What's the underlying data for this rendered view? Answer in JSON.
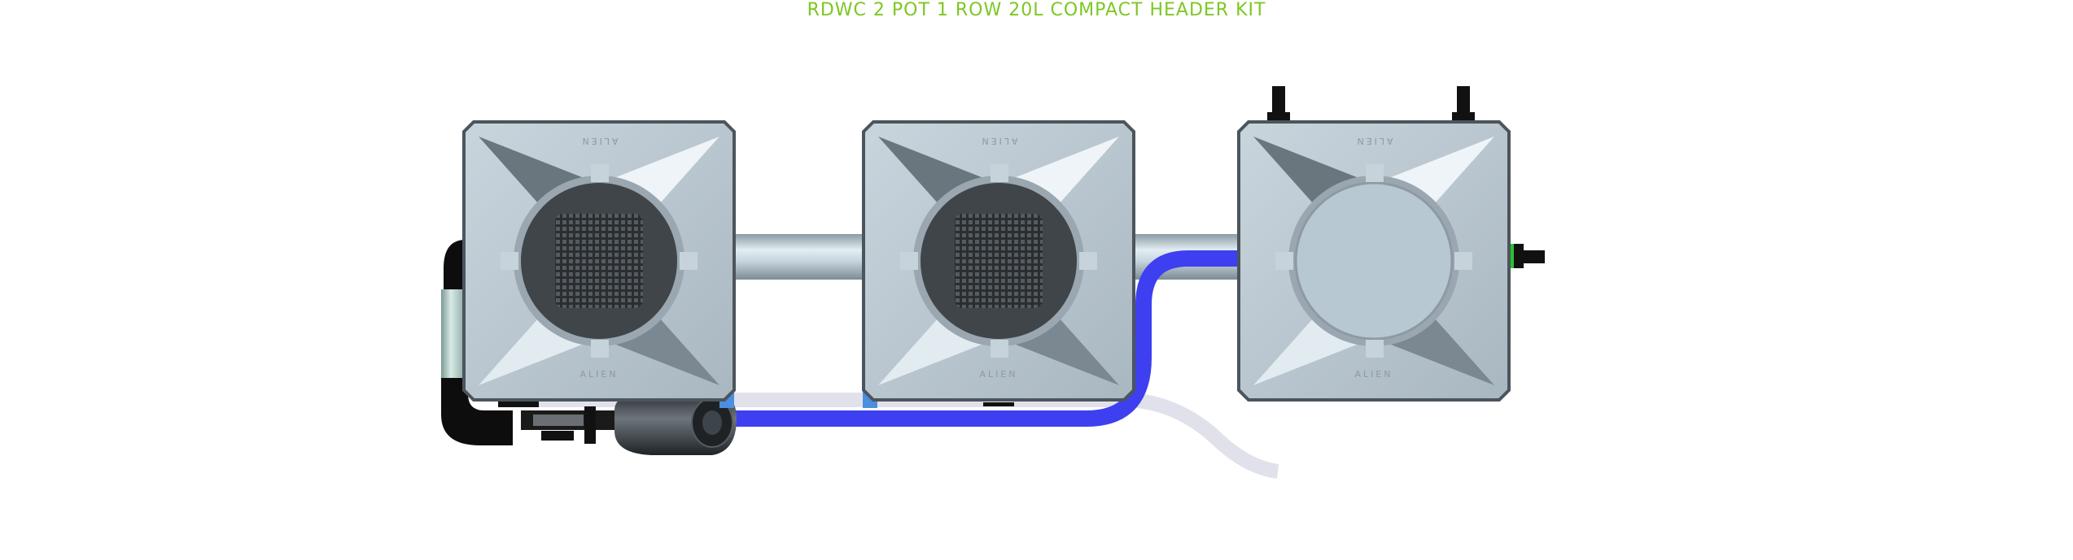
{
  "title": "RDWC 2 POT 1 ROW 20L COMPACT HEADER KIT",
  "pots": [
    {
      "brand": "ALIEN",
      "brand_bottom": "ALIEN",
      "content": "net-pot"
    },
    {
      "brand": "ALIEN",
      "brand_bottom": "ALIEN",
      "content": "net-pot"
    },
    {
      "brand": "ALIEN",
      "brand_bottom": "ALIEN",
      "content": "lid"
    }
  ],
  "colors": {
    "title": "#7dc723",
    "pot_body": "#b8c5cf",
    "pot_dark": "#4b5156",
    "return_hose": "#3d3ff0",
    "drain_hose": "#e1e1ec",
    "fitting_accent": "#4a8fe0",
    "valve_accent": "#2fbf2f"
  }
}
